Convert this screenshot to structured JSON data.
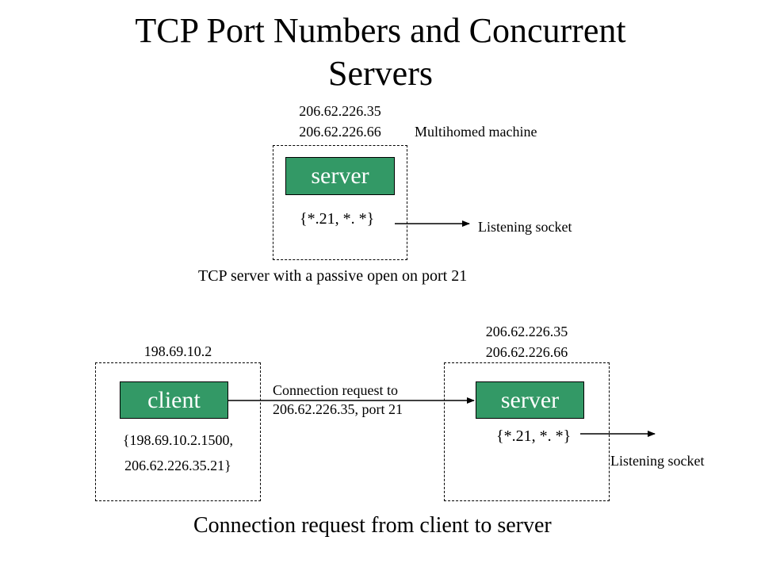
{
  "title_line1": "TCP Port Numbers and Concurrent",
  "title_line2": "Servers",
  "top_diagram": {
    "ip1": "206.62.226.35",
    "ip2": "206.62.226.66",
    "multihomed_label": "Multihomed machine",
    "server_label": "server",
    "socket_label": "{*.21, *. *}",
    "listening_label": "Listening socket",
    "caption": "TCP server with a passive open on port 21"
  },
  "bottom_diagram": {
    "client_ip": "198.69.10.2",
    "client_label": "client",
    "client_socket_line1": "{198.69.10.2.1500,",
    "client_socket_line2": "206.62.226.35.21}",
    "request_line1": "Connection request to",
    "request_line2": "206.62.226.35, port 21",
    "server_ip1": "206.62.226.35",
    "server_ip2": "206.62.226.66",
    "server_label": "server",
    "server_socket_label": "{*.21, *. *}",
    "listening_label": "Listening socket",
    "caption": "Connection request from client to server"
  },
  "colors": {
    "box_fill": "#339966",
    "box_text": "#ffffff",
    "line": "#000000"
  }
}
